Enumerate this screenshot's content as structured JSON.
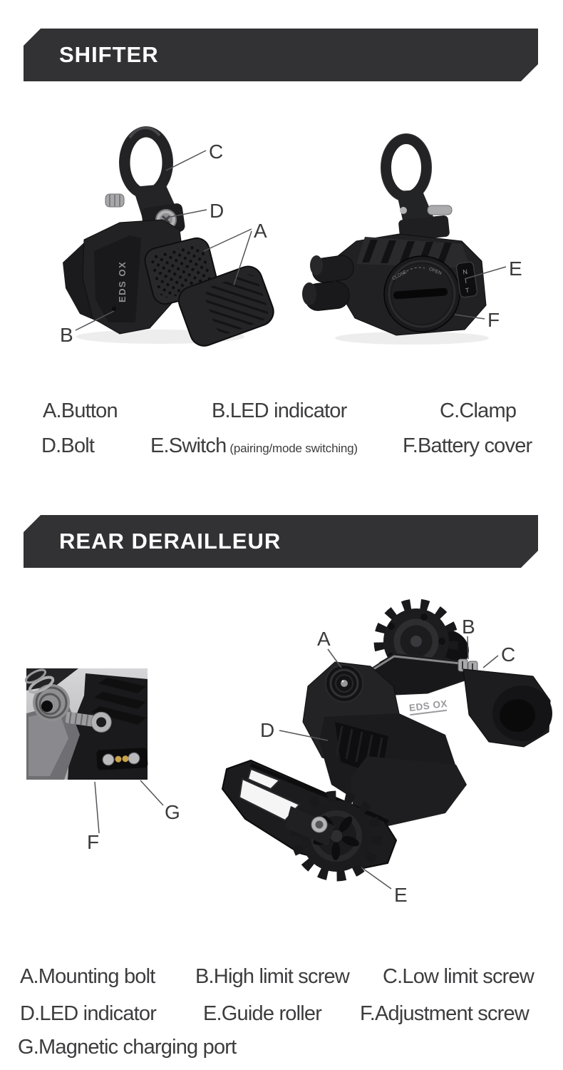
{
  "colors": {
    "banner_bg": "#323234",
    "banner_text": "#ffffff",
    "legend_text": "#3d3d3f",
    "callout_text": "#3b3b3d",
    "leader_line": "#55555a",
    "product_black": "#1a1a1c",
    "silver": "#b3b3b6",
    "gold": "#c9a24b"
  },
  "shifter": {
    "title": "SHIFTER",
    "brand_mark": "EDS OX",
    "switch_letters": [
      "N",
      "I",
      "T"
    ],
    "battery_cover": {
      "close_text": "CLOSE",
      "open_text": "OPEN"
    },
    "callouts": {
      "a": "A",
      "b": "B",
      "c": "C",
      "d": "D",
      "e": "E",
      "f": "F"
    },
    "legend": [
      {
        "label": "A.Button"
      },
      {
        "label": "B.LED indicator"
      },
      {
        "label": "C.Clamp"
      },
      {
        "label": "D.Bolt"
      },
      {
        "label": "E.Switch",
        "note": "(pairing/mode switching)"
      },
      {
        "label": "F.Battery cover"
      }
    ]
  },
  "rear_derailleur": {
    "title": "REAR DERAILLEUR",
    "brand_mark": "EDS OX",
    "callouts": {
      "a": "A",
      "b": "B",
      "c": "C",
      "d": "D",
      "e": "E",
      "f": "F",
      "g": "G"
    },
    "legend": [
      {
        "label": "A.Mounting bolt"
      },
      {
        "label": "B.High limit screw"
      },
      {
        "label": "C.Low limit screw"
      },
      {
        "label": "D.LED indicator"
      },
      {
        "label": "E.Guide roller"
      },
      {
        "label": "F.Adjustment screw"
      },
      {
        "label": "G.Magnetic charging port"
      }
    ]
  }
}
